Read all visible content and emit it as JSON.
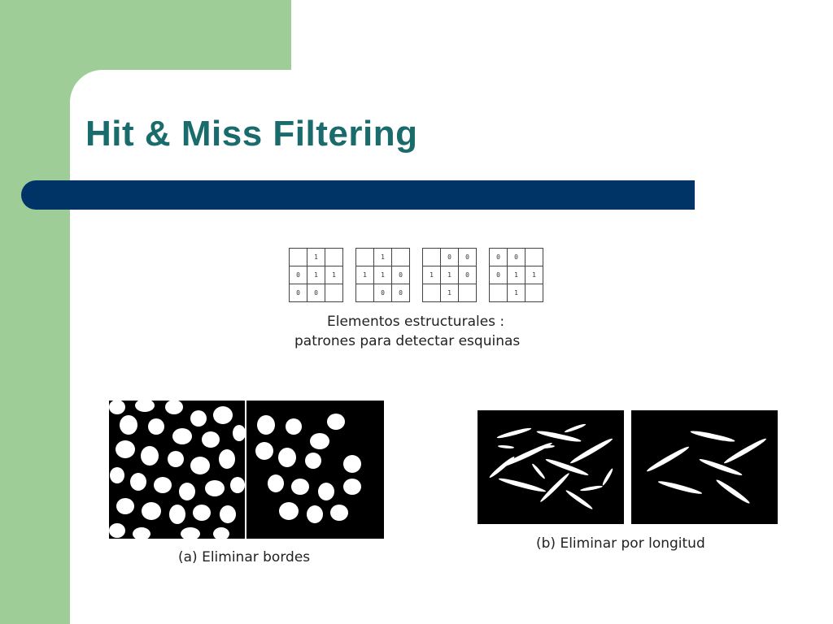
{
  "slide": {
    "title": "Hit & Miss Filtering",
    "accent_color": "#003366",
    "title_color": "#1a6b6b",
    "sidebar_color": "#9ecd98"
  },
  "kernels": [
    [
      "",
      "1",
      "",
      "0",
      "1",
      "1",
      "0",
      "0",
      ""
    ],
    [
      "",
      "1",
      "",
      "1",
      "1",
      "0",
      "",
      "0",
      "0"
    ],
    [
      "",
      "0",
      "0",
      "1",
      "1",
      "0",
      "",
      "1",
      ""
    ],
    [
      "0",
      "0",
      "",
      "0",
      "1",
      "1",
      "",
      "1",
      ""
    ]
  ],
  "figure_top": {
    "caption_line1": "Elementos estructurales :",
    "caption_line2": "patrones para detectar esquinas"
  },
  "figure_a": {
    "caption": "(a) Eliminar bordes"
  },
  "figure_b": {
    "caption": "(b) Eliminar por longitud"
  }
}
